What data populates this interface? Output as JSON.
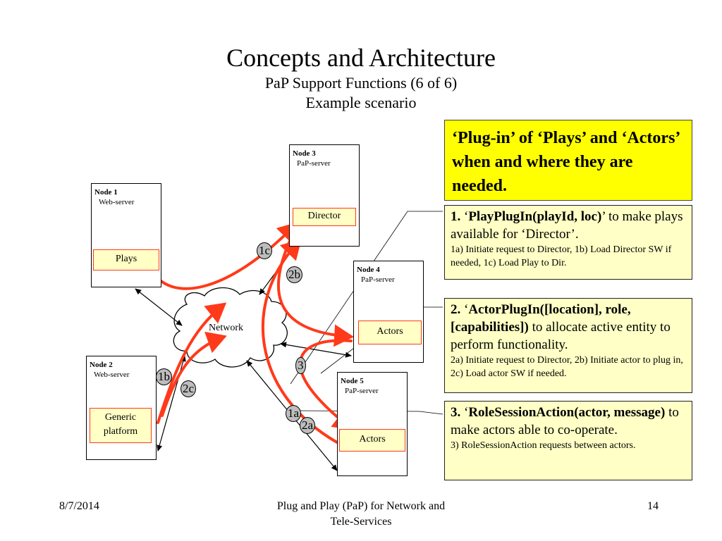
{
  "slide": {
    "title": "Concepts and Architecture",
    "subtitle1": "PaP Support Functions (6 of 6)",
    "subtitle2": "Example scenario"
  },
  "nodes": {
    "node1": {
      "label": "Node 1",
      "server": "Web-server",
      "component": "Plays"
    },
    "node2": {
      "label": "Node 2",
      "server": "Web-server",
      "component_line1": "Generic",
      "component_line2": "platform"
    },
    "node3": {
      "label": "Node 3",
      "server": "PaP-server",
      "component": "Director"
    },
    "node4": {
      "label": "Node 4",
      "server": "PaP-server",
      "component": "Actors"
    },
    "node5": {
      "label": "Node 5",
      "server": "PaP-server",
      "component": "Actors"
    }
  },
  "network_label": "Network",
  "step_labels": {
    "s1a": "1a",
    "s1b": "1b",
    "s1c": "1c",
    "s2a": "2a",
    "s2b": "2b",
    "s2c": "2c",
    "s3": "3"
  },
  "headline": "‘Plug-in’ of ‘Plays’ and ‘Actors’ when and where they are needed.",
  "panels": {
    "p1": {
      "num": "1.",
      "open_quote": "‘",
      "func": "PlayPlugIn(playId, loc)",
      "close_quote": "’",
      "rest": " to make plays available for ‘Director’.",
      "detail": "1a) Initiate request to Director, 1b) Load Director SW if needed, 1c) Load Play to Dir."
    },
    "p2": {
      "num": "2.",
      "open_quote": "‘",
      "func": "ActorPlugIn([location], role, [capabilities])",
      "rest": " to allocate active entity to perform functionality.",
      "detail": "2a) Initiate request to Director, 2b) Initiate actor to plug in, 2c) Load actor SW if needed."
    },
    "p3": {
      "num": "3.",
      "open_quote": "‘",
      "func": "RoleSessionAction(actor, message)",
      "rest": " to make actors able to co-operate.",
      "detail": "3) RoleSessionAction requests between actors."
    }
  },
  "footer": {
    "date": "8/7/2014",
    "center_line1": "Plug and Play (PaP) for Network and",
    "center_line2": "Tele-Services",
    "page": "14"
  },
  "colors": {
    "arrow": "#ff3a1a",
    "component_fill": "#ffffc6",
    "headline_fill": "#ffff00",
    "step_fill": "#bdbdbd"
  }
}
